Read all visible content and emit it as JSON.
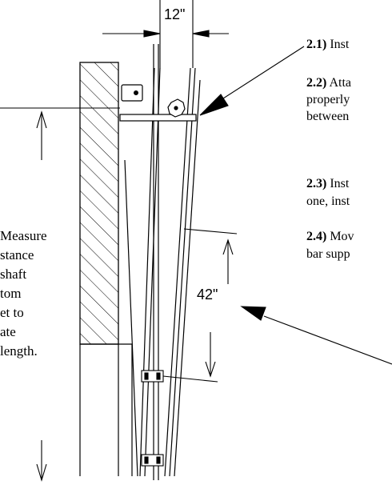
{
  "dimensions": {
    "top_width": "12\"",
    "side_length": "42\""
  },
  "steps": [
    {
      "number": "2.1)",
      "text": " Inst"
    },
    {
      "number": "2.2)",
      "text": " Atta",
      "lines": [
        "properly",
        "between"
      ]
    },
    {
      "number": "2.3)",
      "text": " Inst",
      "lines": [
        "one, inst"
      ]
    },
    {
      "number": "2.4)",
      "text": " Mov",
      "lines": [
        "bar supp"
      ]
    }
  ],
  "left_note": {
    "lines": [
      "Measure",
      "stance",
      "shaft",
      "tom",
      "et to",
      "ate",
      "length."
    ]
  }
}
